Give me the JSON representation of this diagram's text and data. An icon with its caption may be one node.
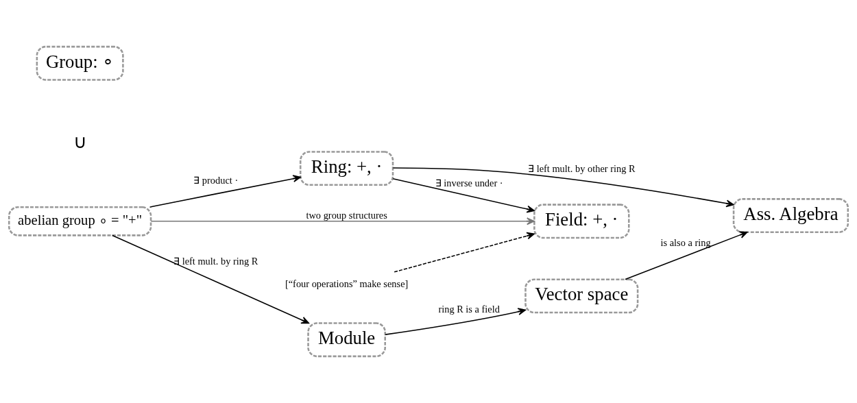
{
  "diagram": {
    "nodes": [
      {
        "text": [
          "Group: ∘"
        ]
      },
      {
        "text": [
          "abelian group ∘ = \"+\""
        ]
      },
      {
        "text": [
          "Ring: +, ·"
        ]
      },
      {
        "text": [
          "Field: +, ·"
        ]
      },
      {
        "text": [
          "[“four operations” make sense]"
        ]
      },
      {
        "text": [
          "Module"
        ]
      },
      {
        "text": [
          "Vector space"
        ]
      },
      {
        "text": [
          "Ass. Algebra"
        ]
      }
    ],
    "edges": [
      {
        "from": 1,
        "to": 3,
        "arrow": "to",
        "label": "two group structures",
        "color": "#777777"
      },
      {
        "from": 1,
        "to": 2,
        "arrow": "to",
        "label": "∃ product ·"
      },
      {
        "from": 2,
        "to": 3,
        "arrow": "to",
        "label": "∃ inverse under ·"
      },
      {
        "from": 4,
        "to": 3,
        "arrow": "to",
        "style": "dashed"
      },
      {
        "from": 2,
        "to": 7,
        "arrow": "to",
        "label": "∃ left mult. by other ring R"
      },
      {
        "from": 1,
        "to": 5,
        "arrow": "to",
        "label": "∃ left mult. by ring R"
      },
      {
        "from": 5,
        "to": 6,
        "arrow": "to",
        "label": "ring R is a field"
      },
      {
        "from": 6,
        "to": 7,
        "arrow": "to",
        "label": "is also a ring"
      }
    ],
    "labels": [
      "∪"
    ]
  }
}
